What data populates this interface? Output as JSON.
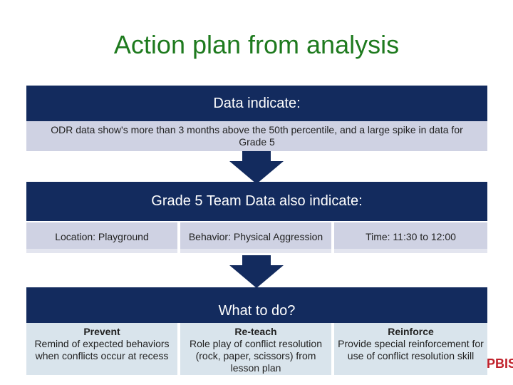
{
  "title": "Action plan from analysis",
  "section1": {
    "header": "Data indicate:",
    "text": "ODR data show's more than 3 months above the 50th percentile, and a large spike in data for Grade 5"
  },
  "section2": {
    "header": "Grade 5 Team Data also indicate:",
    "cells": [
      "Location: Playground",
      "Behavior: Physical Aggression",
      "Time: 11:30 to 12:00"
    ]
  },
  "section3": {
    "header": "What to do?",
    "cards": [
      {
        "heading": "Prevent",
        "text": "Remind of expected behaviors when conflicts occur at recess"
      },
      {
        "heading": "Re-teach",
        "text": "Role play of conflict resolution (rock, paper, scissors) from lesson plan"
      },
      {
        "heading": "Reinforce",
        "text": "Provide special reinforcement for use of conflict resolution skill"
      }
    ]
  },
  "logo": "PBIS",
  "colors": {
    "title": "#1e7a1e",
    "header_bar": "#132b5e",
    "logo": "#c0202a"
  }
}
